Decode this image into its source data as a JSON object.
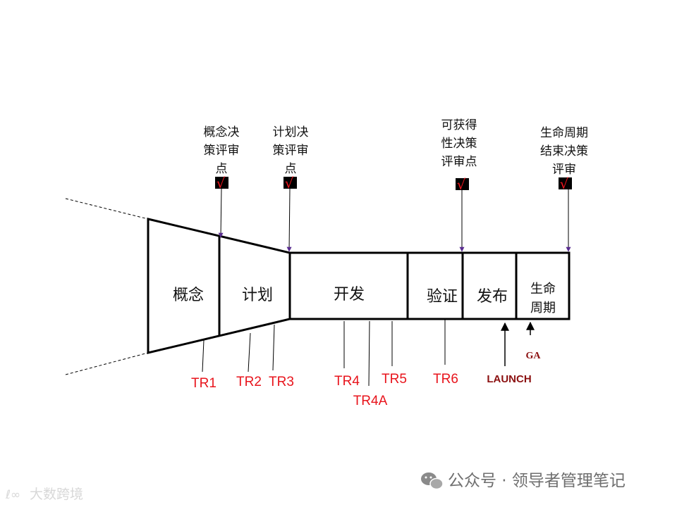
{
  "phases": {
    "concept": "概念",
    "plan": "计划",
    "develop": "开发",
    "verify": "验证",
    "launch": "发布",
    "lifecycle_line1": "生命",
    "lifecycle_line2": "周期"
  },
  "decision_points": {
    "cdcp": [
      "概念决",
      "策评审",
      "点"
    ],
    "pdcp": [
      "计划决",
      "策评审",
      "点"
    ],
    "adcp": [
      "可获得",
      "性决策",
      "评审点"
    ],
    "ldcp": [
      "生命周期",
      "结束决策",
      "评审"
    ],
    "check_mark": "√"
  },
  "technical_reviews": {
    "tr1": "TR1",
    "tr2": "TR2",
    "tr3": "TR3",
    "tr4": "TR4",
    "tr4a": "TR4A",
    "tr5": "TR5",
    "tr6": "TR6"
  },
  "milestones": {
    "launch": "LAUNCH",
    "ga": "GA"
  },
  "watermark": {
    "official_account": "公众号 · 领导者管理笔记",
    "corner_mark": "大数跨境"
  },
  "colors": {
    "tr_text": "#e8141c",
    "milestone_text": "#8b1010",
    "arrow_purple": "#5a2d91",
    "line": "#000000"
  }
}
